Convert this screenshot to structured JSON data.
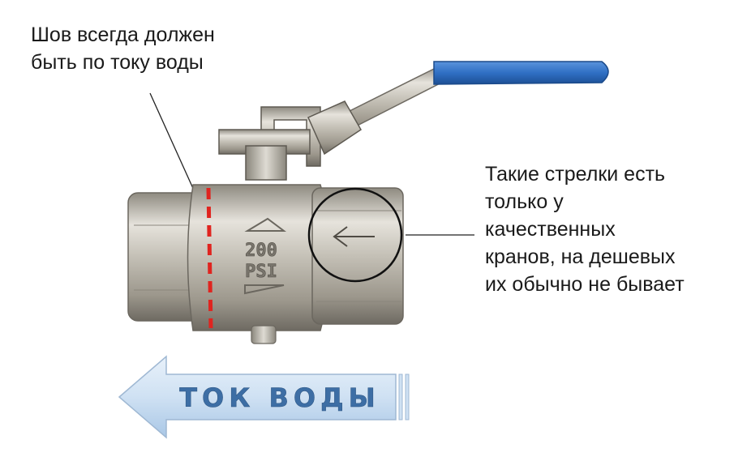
{
  "annotations": {
    "seam": {
      "lines": [
        "Шов всегда должен",
        "быть по току воды"
      ],
      "marker_color": "#e0241f"
    },
    "arrows": {
      "lines": [
        "Такие стрелки есть",
        "только у",
        "качественных",
        "кранов, на дешевых",
        "их обычно не бывает"
      ]
    }
  },
  "valve": {
    "body_marking_pressure": "200",
    "body_marking_unit": "PSI",
    "handle_color": "#2f6fc4"
  },
  "flow_arrow": {
    "label": "ТОК ВОДЫ",
    "text_color": "#3d6ea5",
    "fill_color": "#cfe1f3"
  }
}
